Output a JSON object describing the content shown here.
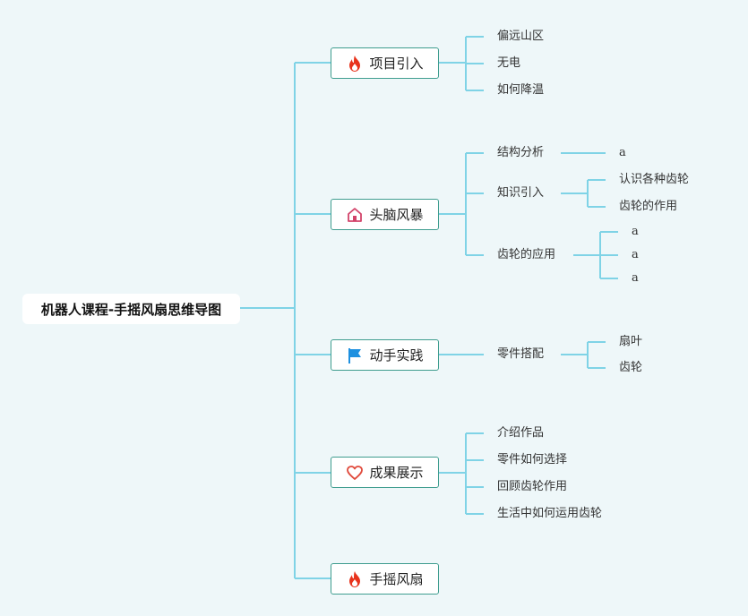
{
  "root": {
    "label": "机器人课程-手摇风扇思维导图"
  },
  "branches": [
    {
      "label": "项目引入",
      "icon": "fire-icon",
      "children": [
        {
          "label": "偏远山区"
        },
        {
          "label": "无电"
        },
        {
          "label": "如何降温"
        }
      ]
    },
    {
      "label": "头脑风暴",
      "icon": "house-icon",
      "children": [
        {
          "label": "结构分析",
          "children": [
            {
              "label": "a"
            }
          ]
        },
        {
          "label": "知识引入",
          "children": [
            {
              "label": "认识各种齿轮"
            },
            {
              "label": "齿轮的作用"
            }
          ]
        },
        {
          "label": "齿轮的应用",
          "children": [
            {
              "label": "a"
            },
            {
              "label": "a"
            },
            {
              "label": "a"
            }
          ]
        }
      ]
    },
    {
      "label": "动手实践",
      "icon": "flag-icon",
      "children": [
        {
          "label": "零件搭配",
          "children": [
            {
              "label": "扇叶"
            },
            {
              "label": "齿轮"
            }
          ]
        }
      ]
    },
    {
      "label": "成果展示",
      "icon": "heart-icon",
      "children": [
        {
          "label": "介绍作品"
        },
        {
          "label": "零件如何选择"
        },
        {
          "label": "回顾齿轮作用"
        },
        {
          "label": "生活中如何运用齿轮"
        }
      ]
    },
    {
      "label": "手摇风扇",
      "icon": "fire-icon",
      "children": []
    }
  ],
  "colors": {
    "background": "#eef7f9",
    "connector": "#7fd3e6",
    "branch_border": "#3f9d8f",
    "fire": "#e8331c",
    "house": "#d2436a",
    "flag": "#1e90e0",
    "heart": "#e04a3c"
  }
}
